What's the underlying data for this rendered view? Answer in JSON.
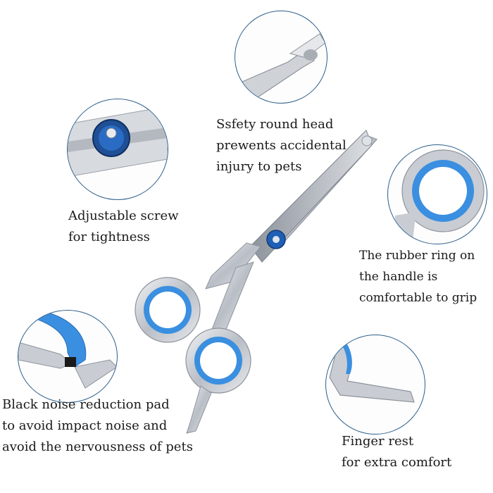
{
  "callouts": {
    "round_head": {
      "line1": "Ssfety round head",
      "line2": "prewents accidental",
      "line3": "injury to pets"
    },
    "screw": {
      "line1": "Adjustable screw",
      "line2": "for tightness"
    },
    "rubber_ring": {
      "line1": "The rubber ring on",
      "line2": "the handle is",
      "line3": "comfortable to grip"
    },
    "noise_pad": {
      "line1": "Black noise reduction pad",
      "line2": "to avoid impact noise and",
      "line3": "avoid the nervousness of pets"
    },
    "finger_rest": {
      "line1": "Finger rest",
      "line2": "for extra comfort"
    }
  },
  "colors": {
    "ring_blue": "#3a8fe0",
    "screw_blue": "#1f5fb5",
    "steel": "#c8ccd2",
    "outline": "#2d5f8c"
  }
}
